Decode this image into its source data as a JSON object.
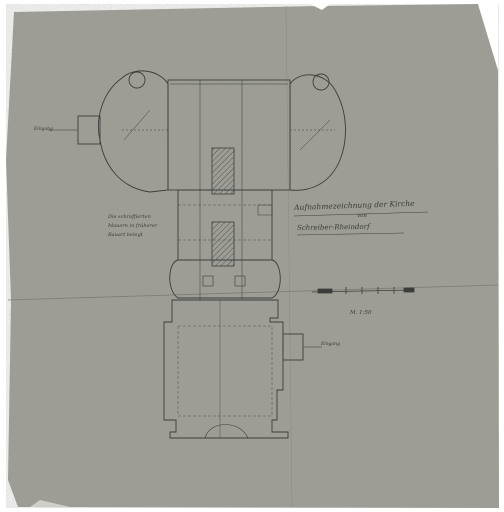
{
  "drawing": {
    "title_line1": "Aufnahmezeichnung der Kirche",
    "title_line2": "von",
    "title_line3": "Schreiber-Rheindorf",
    "side_note_line1": "Die schraffierten",
    "side_note_line2": "Mauern in früherer",
    "side_note_line3": "Bauart belegt",
    "scale_text": "M. 1:50",
    "entrance_left": "Eingang",
    "entrance_right": "Eingang"
  },
  "colors": {
    "paper": "#9a9a92",
    "paper_edge": "#d8d8d2",
    "ink": "#3c3c3c",
    "hatch": "#555555"
  }
}
